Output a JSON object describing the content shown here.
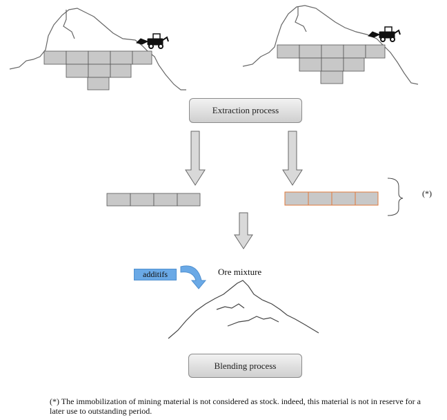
{
  "diagram": {
    "extraction_label": "Extraction process",
    "blending_label": "Blending process",
    "additifs_label": "additifs",
    "ore_mixture_label": "Ore mixture",
    "stock_marker": "(*)",
    "footnote": "(*) The immobilization of mining material is not considered as stock. indeed, this material is not in reserve  for a later use to outstanding period."
  },
  "colors": {
    "block_fill": "#c8c8c8",
    "block_stroke": "#555555",
    "highlight_stroke": "#e0793a",
    "arrow_fill": "#d9d9d9",
    "additive_blue": "#6aa9e6"
  },
  "icons": [
    "excavator-icon",
    "down-arrow-icon",
    "curved-arrow-icon",
    "brace-icon"
  ]
}
